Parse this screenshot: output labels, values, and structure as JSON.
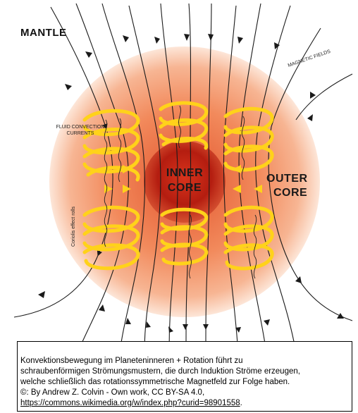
{
  "labels": {
    "mantle": "MANTLE",
    "fluid_convection": "FLUID CONVECTION CURRENTS",
    "magnetic_fields": "MAGNETIC FIELDS",
    "coriolis": "Coriolis effect rolls",
    "inner_core_line1": "INNER",
    "inner_core_line2": "CORE",
    "outer_core_line1": "OUTER",
    "outer_core_line2": "CORE"
  },
  "caption": {
    "line1": "Konvektionsbewegung im Planeteninneren + Rotation führt zu",
    "line2": "schraubenförmigen Strömungsmustern, die durch Induktion Ströme erzeugen,",
    "line3": "welche schließlich das rotationssymmetrische Magnetfeld zur Folge haben.",
    "line4": "©:  By Andrew Z. Colvin - Own work, CC BY-SA 4.0,",
    "url": "https://commons.wikimedia.org/w/index.php?curid=98901558",
    "url_suffix": "."
  },
  "colors": {
    "outer_core": "#f4a070",
    "inner_core": "#b81e10",
    "helix": "#ffd21a",
    "field_lines": "#1a1a1a"
  }
}
